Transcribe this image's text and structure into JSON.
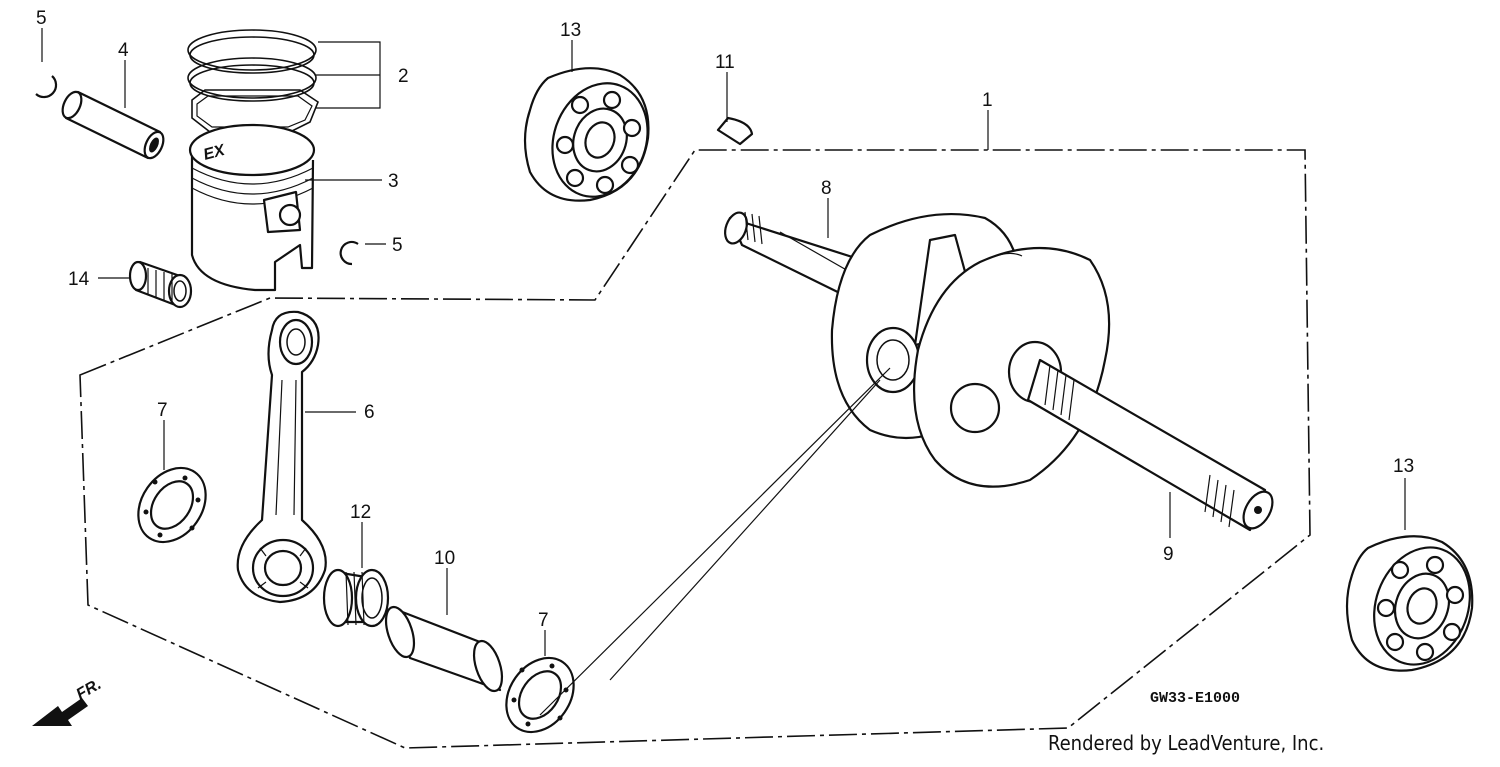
{
  "diagram": {
    "drawing_code": "GW33-E1000",
    "credit": "Rendered by LeadVenture, Inc.",
    "front_marker": "FR.",
    "piston_marking": "EX",
    "callouts": [
      {
        "id": "c5a",
        "label": "5"
      },
      {
        "id": "c4",
        "label": "4"
      },
      {
        "id": "c2",
        "label": "2"
      },
      {
        "id": "c3",
        "label": "3"
      },
      {
        "id": "c5b",
        "label": "5"
      },
      {
        "id": "c14",
        "label": "14"
      },
      {
        "id": "c13a",
        "label": "13"
      },
      {
        "id": "c11",
        "label": "11"
      },
      {
        "id": "c1",
        "label": "1"
      },
      {
        "id": "c8",
        "label": "8"
      },
      {
        "id": "c6",
        "label": "6"
      },
      {
        "id": "c7a",
        "label": "7"
      },
      {
        "id": "c12",
        "label": "12"
      },
      {
        "id": "c10",
        "label": "10"
      },
      {
        "id": "c7b",
        "label": "7"
      },
      {
        "id": "c9",
        "label": "9"
      },
      {
        "id": "c13b",
        "label": "13"
      }
    ]
  }
}
